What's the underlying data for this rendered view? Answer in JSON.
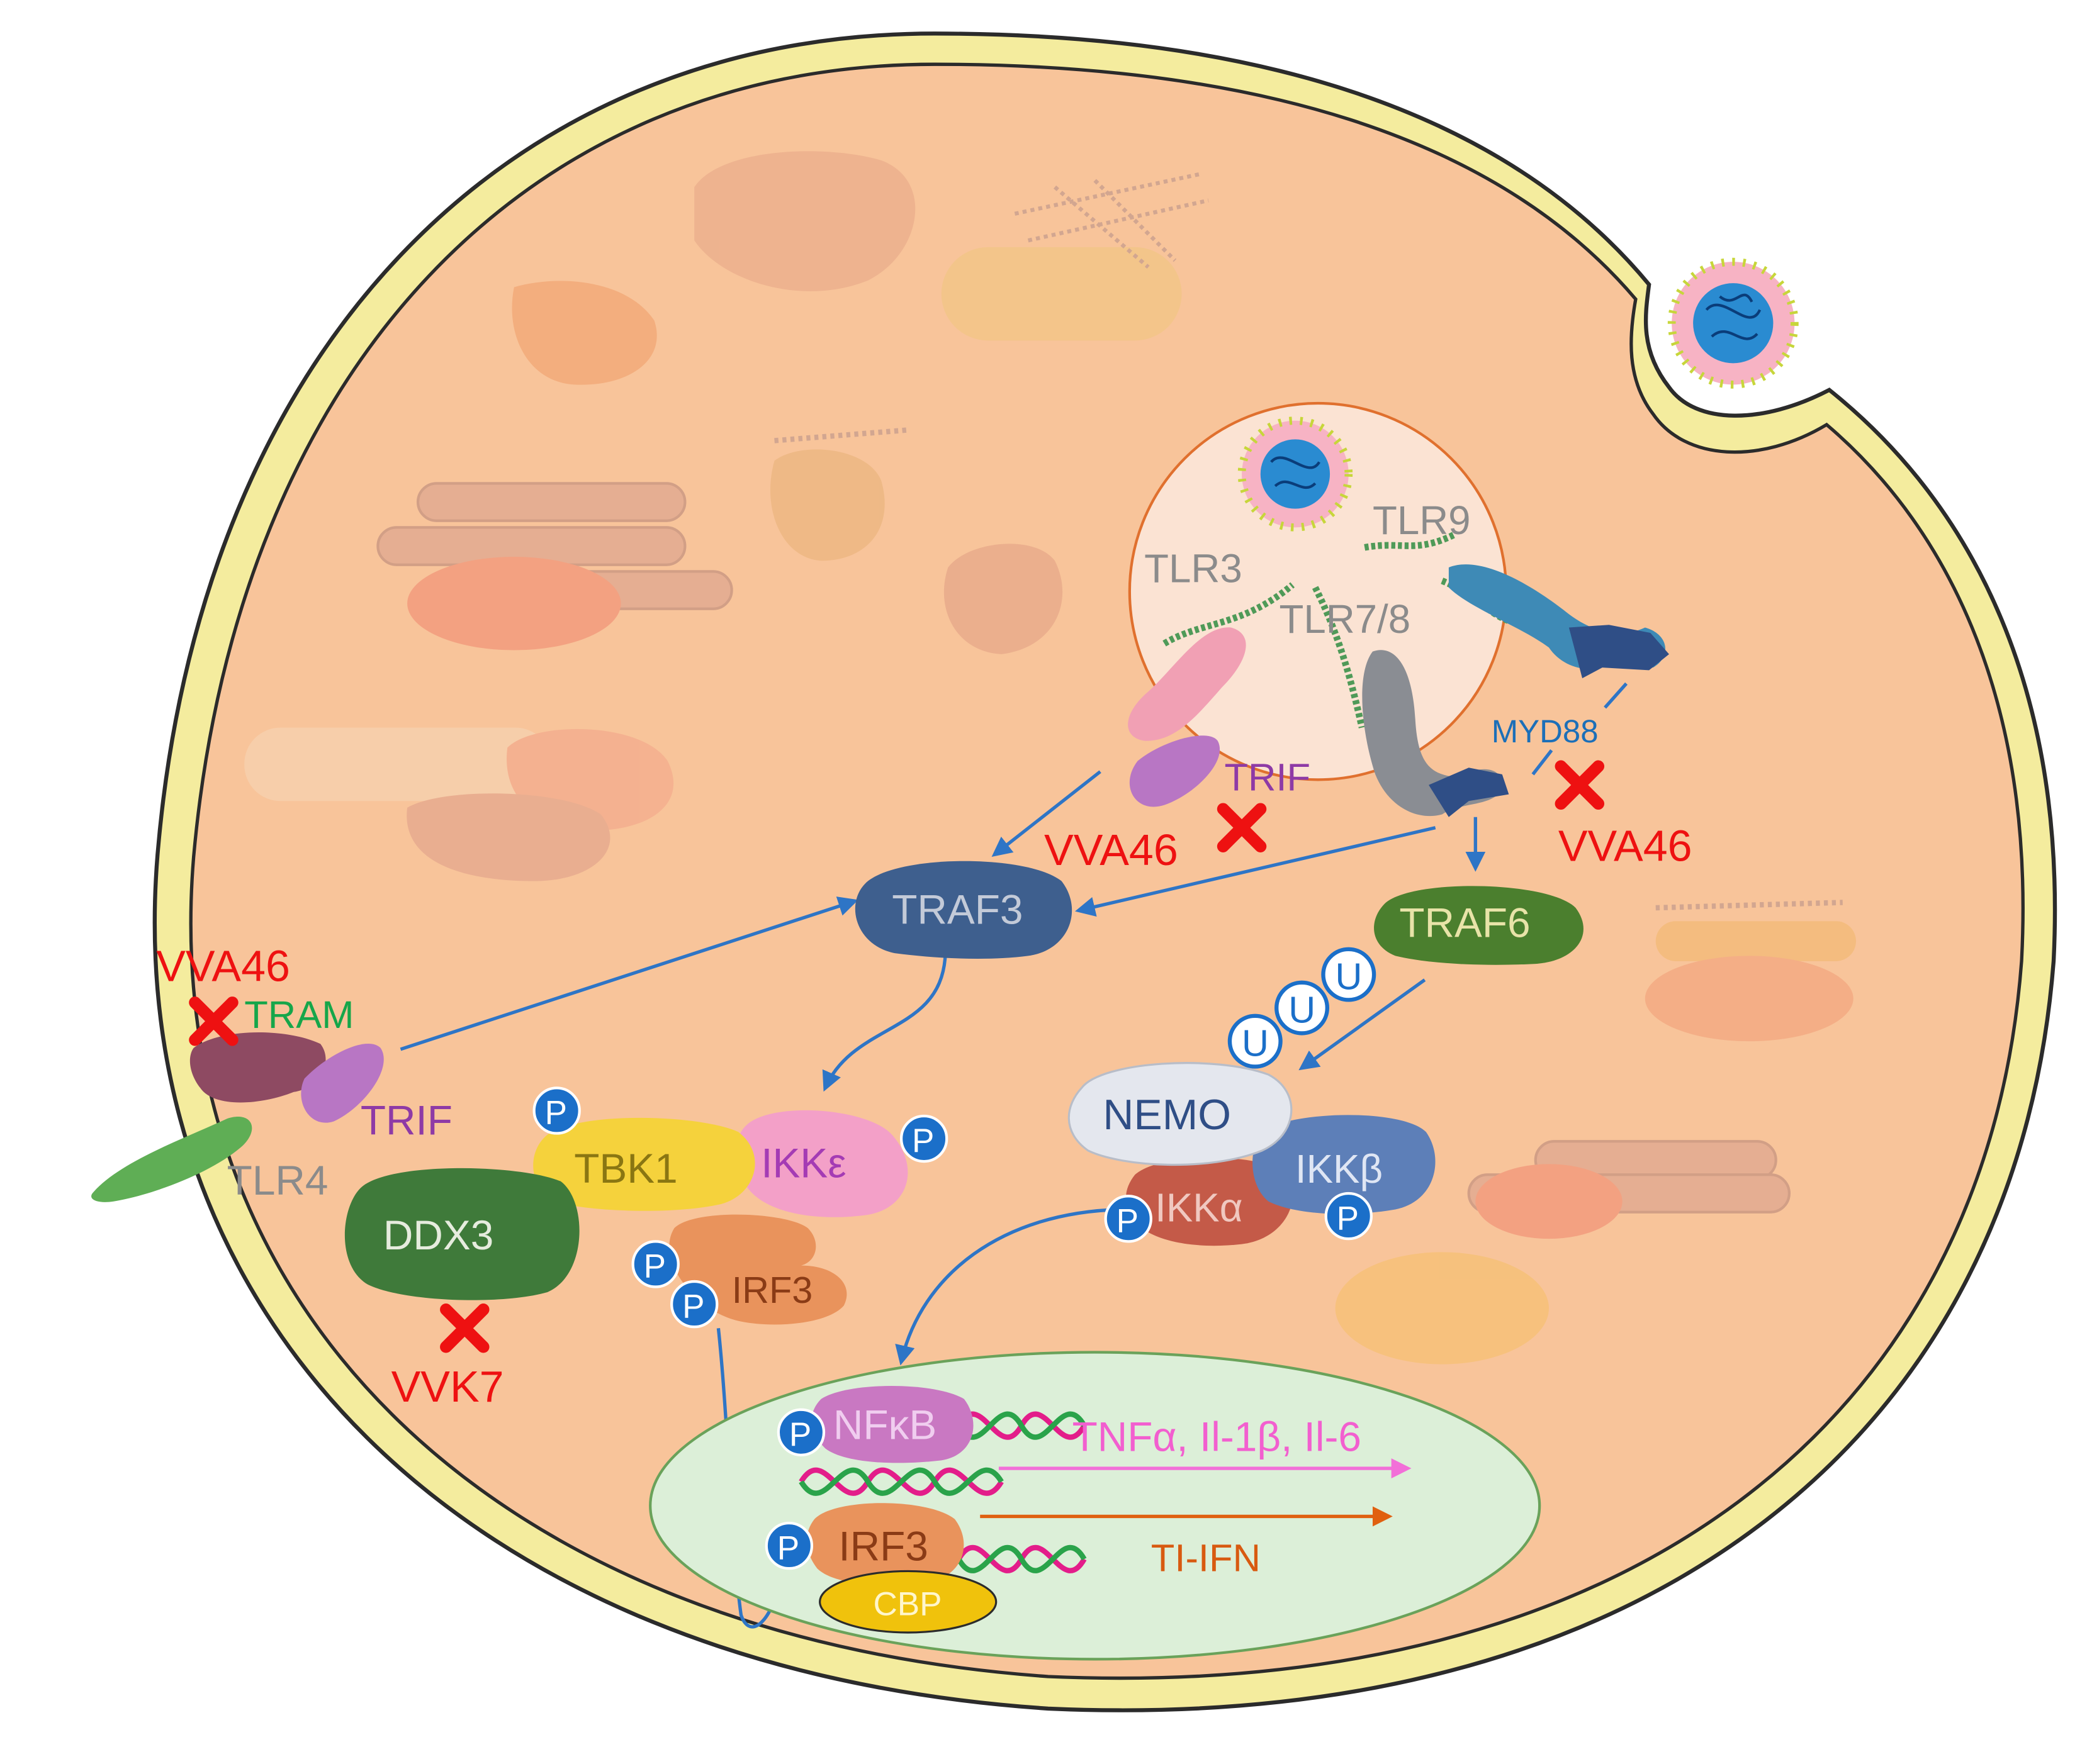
{
  "labels": {
    "tlr3": "TLR3",
    "tlr9": "TLR9",
    "tlr78": "TLR7/8",
    "myd88": "MYD88",
    "trif_top": "TRIF",
    "vva46_top_left": "VVA46",
    "vva46_top_right": "VVA46",
    "traf3": "TRAF3",
    "traf6": "TRAF6",
    "vva46_left": "VVA46",
    "tram": "TRAM",
    "trif_left": "TRIF",
    "tlr4": "TLR4",
    "tbk1": "TBK1",
    "ikk_epsilon": "IKKε",
    "ddx3": "DDX3",
    "vvk7": "VVK7",
    "irf3_cytoplasm": "IRF3",
    "nemo": "NEMO",
    "ikk_beta": "IKKβ",
    "ikk_alpha": "IKKα",
    "nfkb": "NFκB",
    "irf3_nucleus": "IRF3",
    "cbp": "CBP",
    "output_nfkb": "TNFα, Il-1β, Il-6",
    "output_irf3": "TI-IFN",
    "phospho": "P",
    "ubiquitin": "U"
  },
  "colors": {
    "cell_fill": "#f8c49a",
    "membrane": "#f4ec9e",
    "membrane_edge": "#2b2b2b",
    "endosome_fill": "#fbe3d3",
    "endosome_edge": "#e0702e",
    "nucleus_fill": "#dcefd8",
    "nucleus_edge": "#6aa25a",
    "inhibitor": "#ff0000",
    "arrow": "#2e75c6",
    "phospho": "#1b6fc9",
    "traf3": "#3e5f8e",
    "traf6": "#4b7f2e",
    "tbk1": "#f5d23c",
    "ikk_epsilon": "#f3a0c8",
    "ddx3": "#3f7a3a",
    "irf3": "#e9935c",
    "nemo": "#e4e7ee",
    "ikk_beta": "#5d7fb8",
    "ikk_alpha": "#c45a48",
    "nfkb": "#c978c2",
    "cbp": "#f0c20c",
    "tlr4": "#5fae55",
    "tram": "#8e4a62",
    "trif": "#b876c4",
    "tlr3": "#f1a0b4",
    "tlr78": "#8a8d93",
    "tlr9": "#3e8ab6",
    "label_gray": "#8b8b8b",
    "label_green": "#16a64a",
    "label_purple": "#8e3aa6",
    "label_blue": "#1c6fb8",
    "label_red": "#ee1111",
    "label_orange": "#d85a10",
    "label_pink": "#f25fcf",
    "label_brown": "#8a3b16"
  }
}
